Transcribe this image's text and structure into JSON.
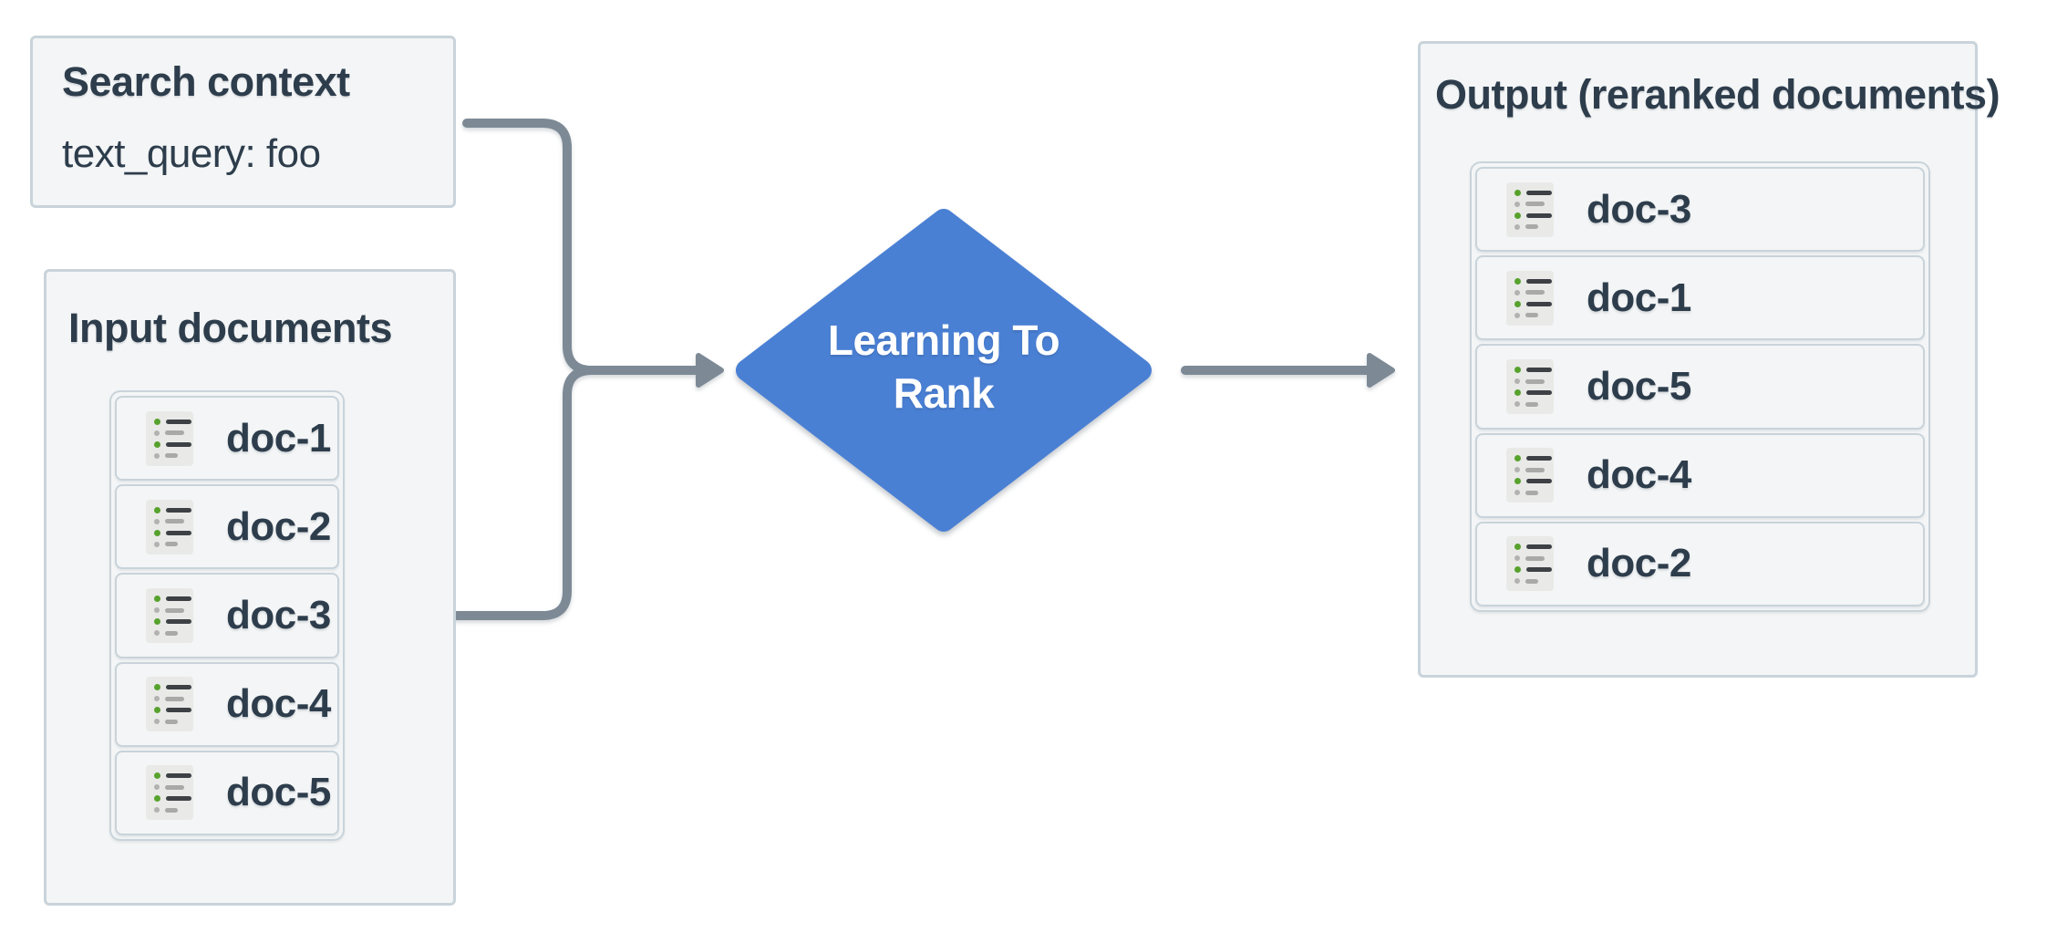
{
  "search_context": {
    "title": "Search context",
    "query": "text_query: foo"
  },
  "input_documents": {
    "title": "Input documents",
    "items": [
      "doc-1",
      "doc-2",
      "doc-3",
      "doc-4",
      "doc-5"
    ]
  },
  "ranker": {
    "label_line1": "Learning To",
    "label_line2": "Rank"
  },
  "output_documents": {
    "title": "Output (reranked documents)",
    "items": [
      "doc-3",
      "doc-1",
      "doc-5",
      "doc-4",
      "doc-2"
    ]
  },
  "icons": {
    "doc_item": "list-icon"
  },
  "colors": {
    "ranker_fill": "#4a80d4",
    "connector": "#7d8a96",
    "box_fill": "#f3f5f6",
    "box_border": "#c9d3da",
    "text": "#2e3d4c",
    "icon_green": "#57a22d"
  }
}
